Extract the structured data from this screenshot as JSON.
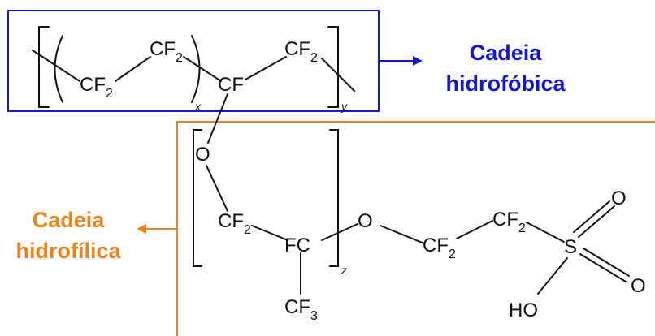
{
  "labels": {
    "hydrophobic_line1": "Cadeia",
    "hydrophobic_line2": "hidrofóbica",
    "hydrophilic_line1": "Cadeia",
    "hydrophilic_line2": "hidrofílica"
  },
  "atoms": {
    "cf2_top_left": "CF",
    "cf2_top_mid": "CF",
    "cf2_top_right": "CF",
    "cf_top": "CF",
    "o1": "O",
    "cf2_side": "CF",
    "fc": "FC",
    "cf3": "CF",
    "o2": "O",
    "cf2_chain1": "CF",
    "cf2_chain2": "CF",
    "s": "S",
    "o_up": "O",
    "o_right": "O",
    "ho": "HO"
  },
  "subscripts": {
    "two": "2",
    "three": "3"
  },
  "indices": {
    "x": "x",
    "y": "y",
    "z": "z"
  },
  "colors": {
    "hydrophobic": "#1414d8",
    "hydrophilic": "#f0821e",
    "structure": "#111111"
  }
}
